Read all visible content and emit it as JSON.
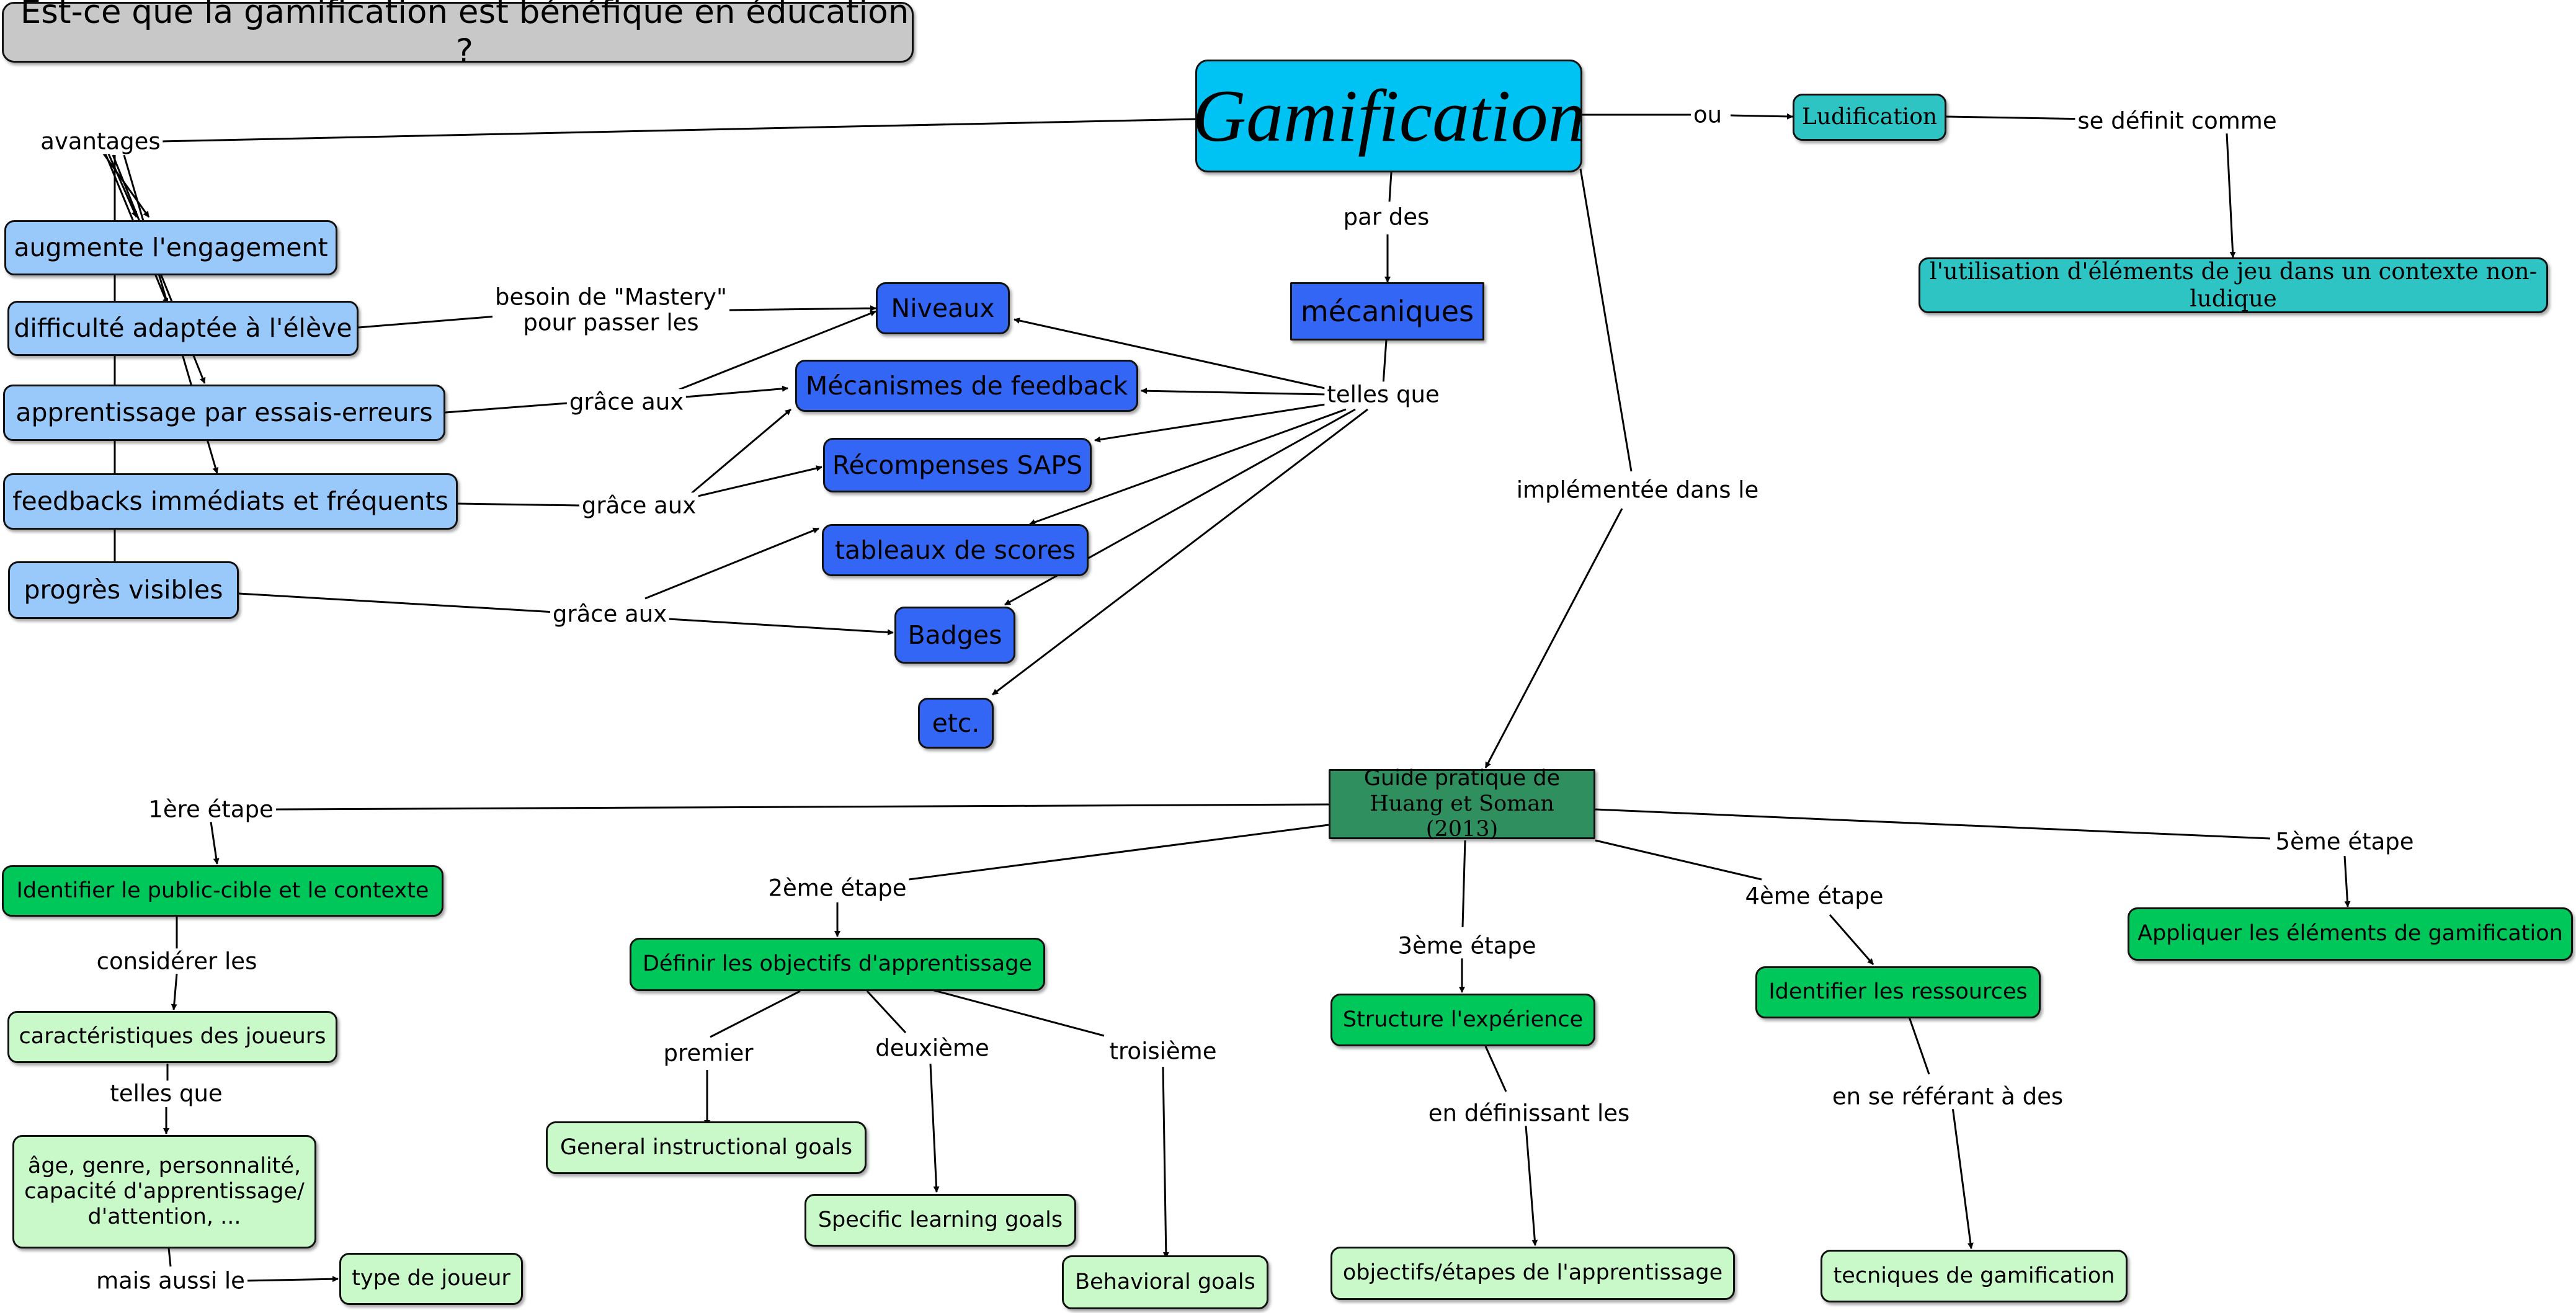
{
  "title": "Est-ce que la gamification est bénéfique en éducation ?",
  "colors": {
    "title_bg": "#c8c8c8",
    "central": "#00c2f3",
    "ludification": "#2ec4c4",
    "advantage": "#99c8fa",
    "mechanic": "#3366f5",
    "guide": "#2f8f5f",
    "step": "#00c75a",
    "detail": "#c9f9c8",
    "line": "#000000"
  },
  "nodes": {
    "gamification": "Gamification",
    "ludification": "Ludification",
    "ludification_def": "l'utilisation d'éléments de jeu dans un contexte non-ludique",
    "mecaniques": "mécaniques",
    "adv_engagement": "augmente l'engagement",
    "adv_difficulte": "difficulté adaptée à l'élève",
    "adv_essais": "apprentissage par essais-erreurs",
    "adv_feedbacks": "feedbacks immédiats et fréquents",
    "adv_progres": "progrès visibles",
    "mec_niveaux": "Niveaux",
    "mec_feedback": "Mécanismes de feedback",
    "mec_recompenses": "Récompenses SAPS",
    "mec_tableaux": "tableaux de scores",
    "mec_badges": "Badges",
    "mec_etc": "etc.",
    "guide_line1": "Guide pratique de",
    "guide_line2": "Huang et Soman (2013)",
    "step1": "Identifier le public-cible et le contexte",
    "caracteristiques": "caractéristiques des joueurs",
    "age_line1": "âge, genre, personnalité,",
    "age_line2": "capacité d'apprentissage/",
    "age_line3": "d'attention, ...",
    "type_joueur": "type de joueur",
    "step2": "Définir les objectifs d'apprentissage",
    "general_goals": "General instructional goals",
    "specific_goals": "Specific learning goals",
    "behavioral_goals": "Behavioral goals",
    "step3": "Structure l'expérience",
    "objectifs_etapes": "objectifs/étapes de l'apprentissage",
    "step4": "Identifier les ressources",
    "techniques": "tecniques de gamification",
    "step5": "Appliquer les éléments de gamification"
  },
  "labels": {
    "ou": "ou",
    "se_definit": "se définit comme",
    "avantages": "avantages",
    "par_des": "par des",
    "telles_que": "telles que",
    "mastery_line1": "besoin de \"Mastery\"",
    "mastery_line2": "pour passer les",
    "grace_aux_1": "grâce aux",
    "grace_aux_2": "grâce aux",
    "grace_aux_3": "grâce aux",
    "implementee": "implémentée dans le",
    "etape1": "1ère étape",
    "etape2": "2ème étape",
    "etape3": "3ème étape",
    "etape4": "4ème étape",
    "etape5": "5ème étape",
    "considerer": "considérer les",
    "telles_que_2": "telles que",
    "mais_aussi": "mais aussi le",
    "premier": "premier",
    "deuxieme": "deuxième",
    "troisieme": "troisième",
    "en_definissant": "en définissant les",
    "en_se_referant": "en se référant à des"
  }
}
